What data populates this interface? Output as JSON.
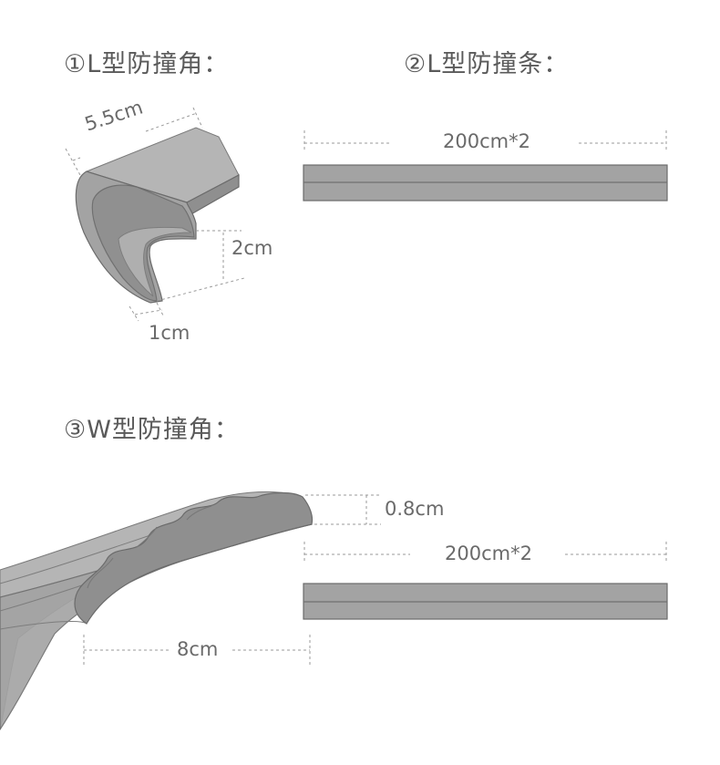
{
  "sections": {
    "l_corner": {
      "title": "①L型防撞角：",
      "dims": {
        "length": "5.5cm",
        "height": "2cm",
        "thickness": "1cm"
      }
    },
    "l_strip": {
      "title": "②L型防撞条：",
      "dims": {
        "length": "200cm*2"
      }
    },
    "w_corner": {
      "title": "③W型防撞角：",
      "dims": {
        "thickness": "0.8cm",
        "length": "200cm*2",
        "width": "8cm"
      }
    }
  },
  "colors": {
    "product_fill": "#a3a3a3",
    "product_dark": "#8f8f8f",
    "product_light": "#b8b8b8",
    "outline": "#6b6b6b",
    "dimension_line": "#9a9a9a"
  }
}
